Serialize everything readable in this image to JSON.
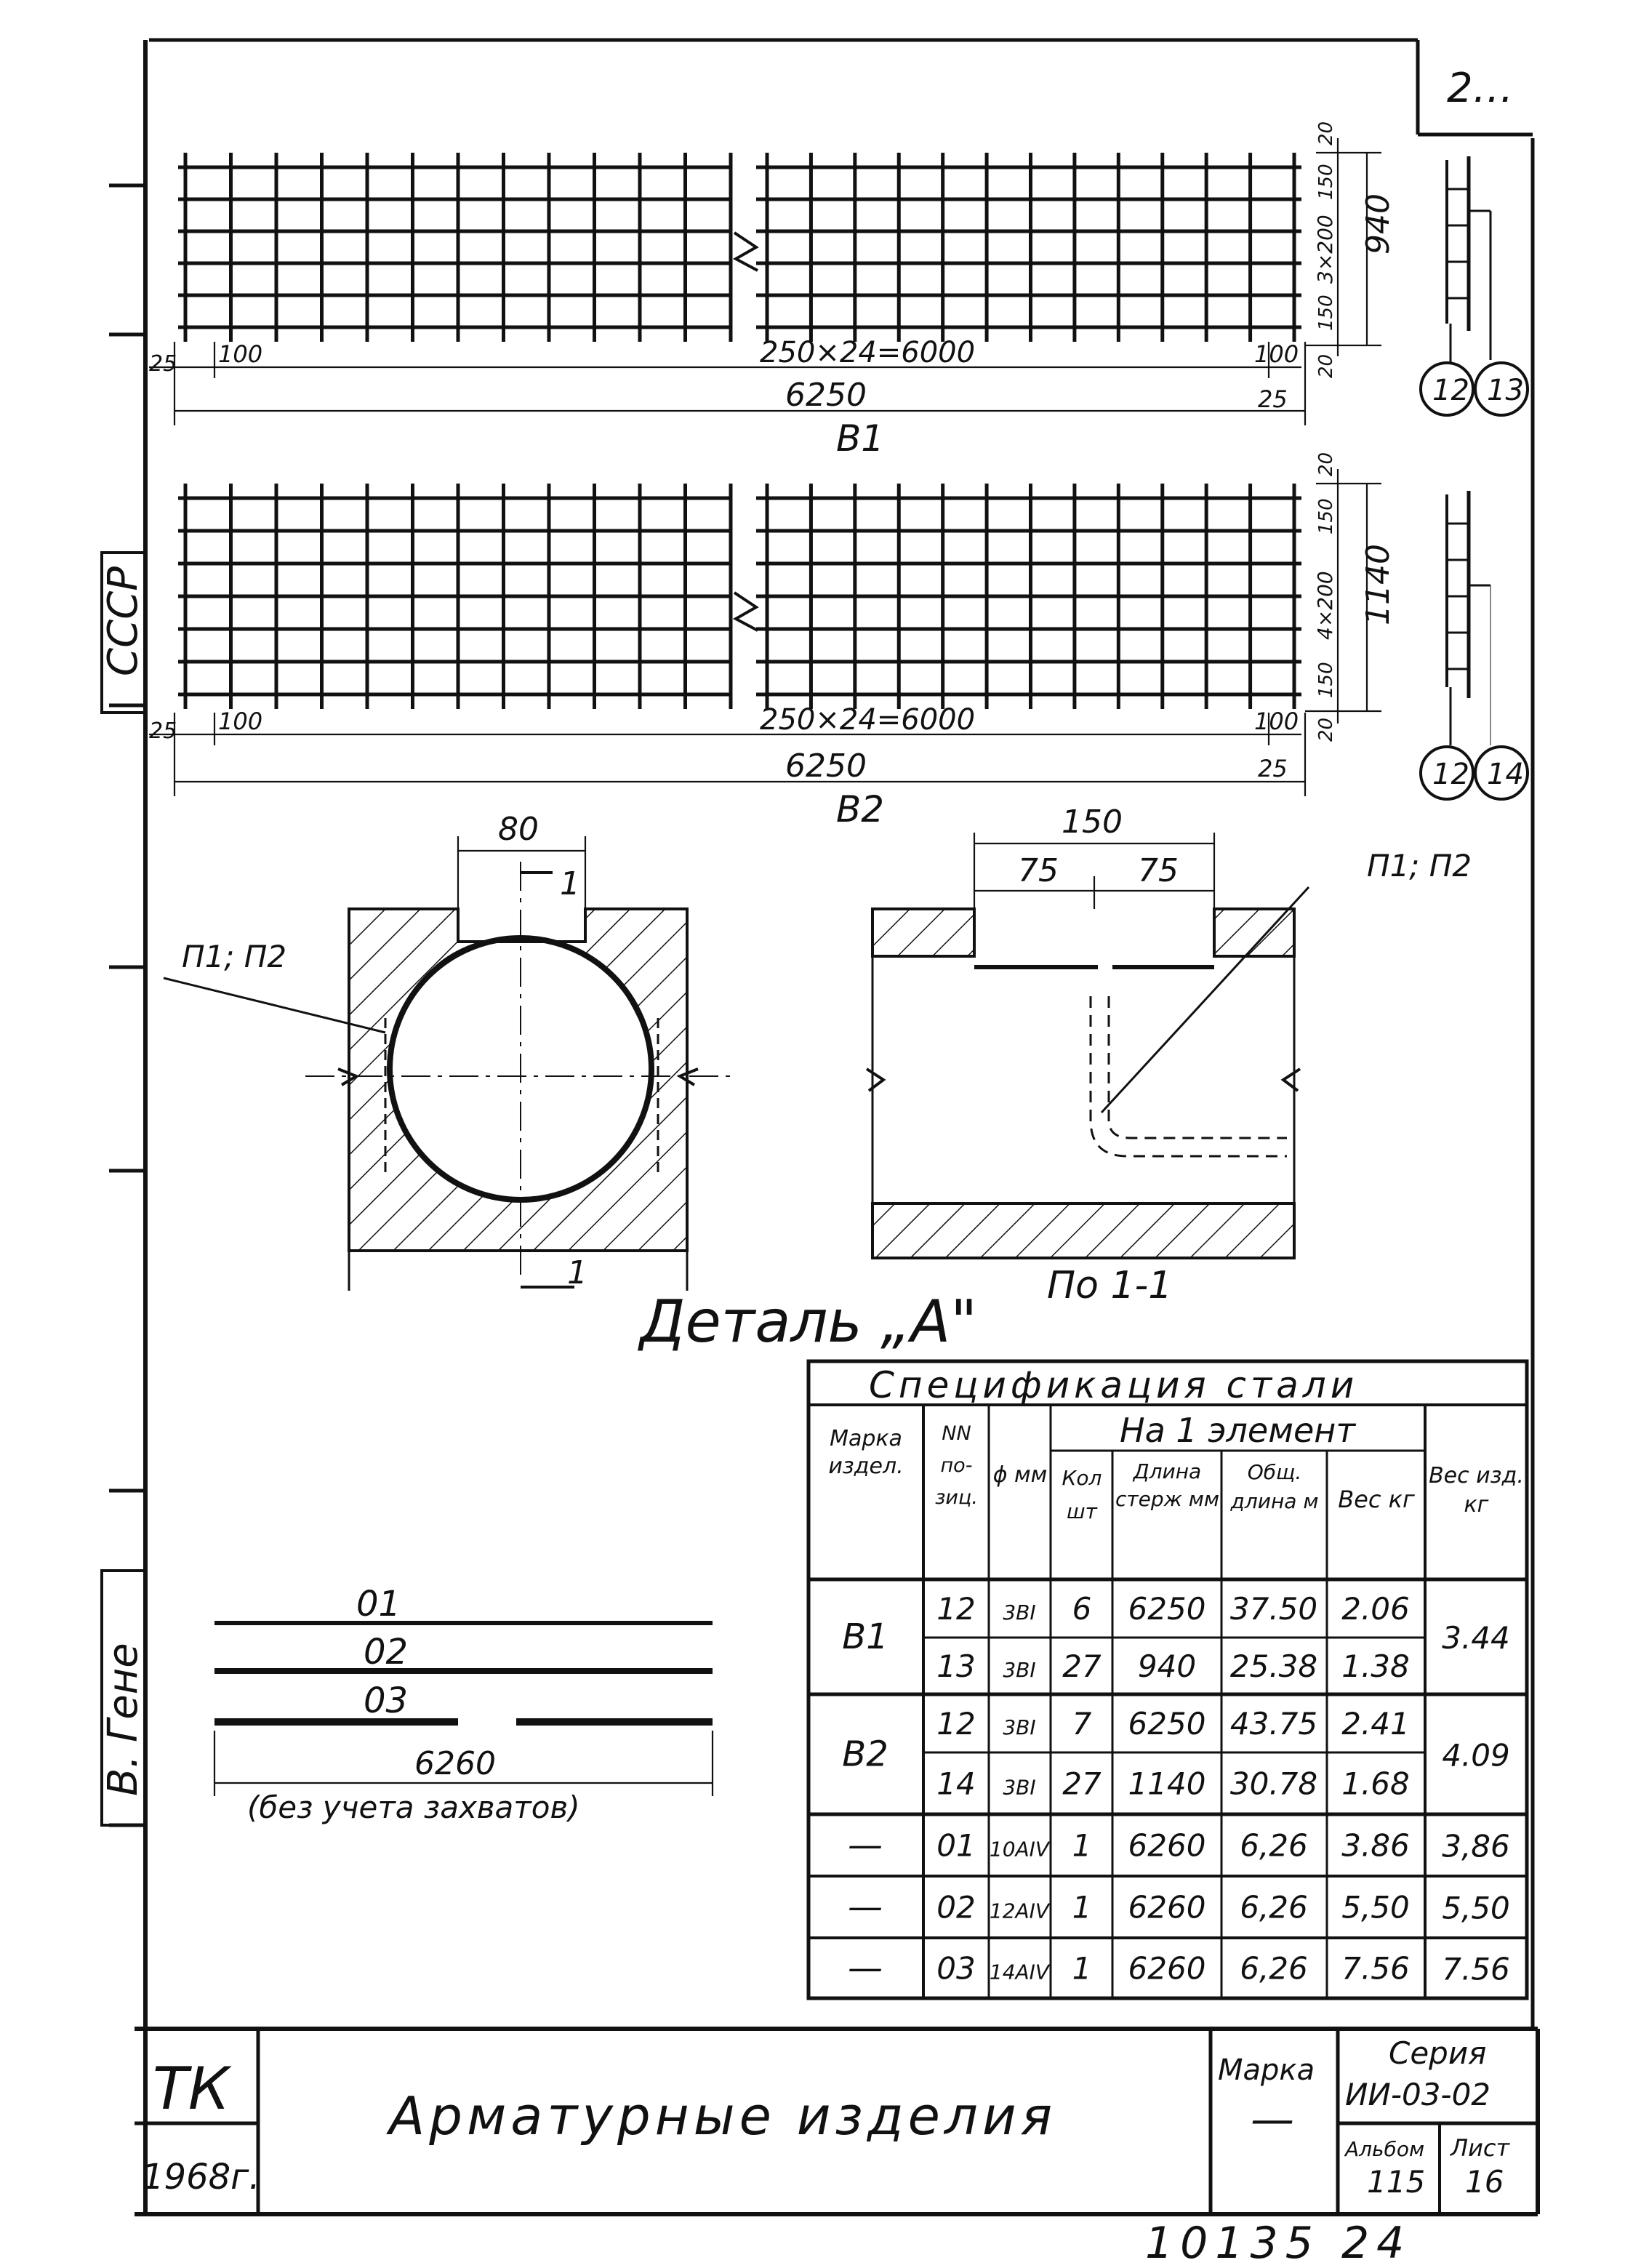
{
  "sheet_number_top": "2…",
  "side_label_country": "СССР",
  "side_label_author": "В. Гене",
  "mesh_b1": {
    "name": "В1",
    "dim_spacing": "250×24=6000",
    "dim_total": "6250",
    "dim_left_25": "25",
    "dim_left_100": "100",
    "dim_right_100": "100",
    "dim_right_25": "25",
    "dim_height": "940",
    "dim_v_top20": "20",
    "dim_v_150a": "150",
    "dim_v_mid": "3×200",
    "dim_v_150b": "150",
    "dim_v_bot20": "20",
    "pos_a": "12",
    "pos_b": "13"
  },
  "mesh_b2": {
    "name": "В2",
    "dim_spacing": "250×24=6000",
    "dim_total": "6250",
    "dim_left_25": "25",
    "dim_left_100": "100",
    "dim_right_100": "100",
    "dim_right_25": "25",
    "dim_height": "1140",
    "dim_v_top20": "20",
    "dim_v_150a": "150",
    "dim_v_mid": "4×200",
    "dim_v_150b": "150",
    "dim_v_bot20": "20",
    "pos_a": "12",
    "pos_b": "14"
  },
  "detail": {
    "title": "Деталь „А\"",
    "label_plates_left": "П1; П2",
    "label_plates_right": "П1; П2",
    "dim_80": "80",
    "dim_150": "150",
    "dim_75a": "75",
    "dim_75b": "75",
    "section_mark": "1",
    "section_caption": "По 1-1"
  },
  "rods": {
    "items": [
      "01",
      "02",
      "03"
    ],
    "length": "6260",
    "note": "(без учета захватов)"
  },
  "spec": {
    "title": "Спецификация стали",
    "group_header": "На 1 элемент",
    "headers": {
      "mark": "Марка издел.",
      "pos": "NN по- зиц.",
      "dia": "ϕ мм",
      "qty": "Кол шт",
      "len": "Длина стерж мм",
      "total": "Общ. длина м",
      "weight": "Вес кг",
      "weight_item": "Вес изд. кг"
    },
    "groups": [
      {
        "mark": "В1",
        "weight_item": "3.44",
        "rows": [
          {
            "pos": "12",
            "dia": "3ВI",
            "qty": "6",
            "len": "6250",
            "total": "37.50",
            "weight": "2.06"
          },
          {
            "pos": "13",
            "dia": "3ВI",
            "qty": "27",
            "len": "940",
            "total": "25.38",
            "weight": "1.38"
          }
        ]
      },
      {
        "mark": "В2",
        "weight_item": "4.09",
        "rows": [
          {
            "pos": "12",
            "dia": "3ВI",
            "qty": "7",
            "len": "6250",
            "total": "43.75",
            "weight": "2.41"
          },
          {
            "pos": "14",
            "dia": "3ВI",
            "qty": "27",
            "len": "1140",
            "total": "30.78",
            "weight": "1.68"
          }
        ]
      },
      {
        "mark": "—",
        "weight_item": "3,86",
        "rows": [
          {
            "pos": "01",
            "dia": "10АIV",
            "qty": "1",
            "len": "6260",
            "total": "6,26",
            "weight": "3.86"
          }
        ]
      },
      {
        "mark": "—",
        "weight_item": "5,50",
        "rows": [
          {
            "pos": "02",
            "dia": "12АIV",
            "qty": "1",
            "len": "6260",
            "total": "6,26",
            "weight": "5,50"
          }
        ]
      },
      {
        "mark": "—",
        "weight_item": "7.56",
        "rows": [
          {
            "pos": "03",
            "dia": "14АIV",
            "qty": "1",
            "len": "6260",
            "total": "6,26",
            "weight": "7.56"
          }
        ]
      }
    ]
  },
  "title_block": {
    "org": "ТК",
    "year": "1968г.",
    "title": "Арматурные изделия",
    "mark_label": "Марка",
    "mark_value": "—",
    "series_label": "Серия",
    "series_value": "ИИ-03-02",
    "album_label": "Альбом",
    "album_value": "115",
    "sheet_label": "Лист",
    "sheet_value": "16"
  },
  "footer_number": "10135 24"
}
